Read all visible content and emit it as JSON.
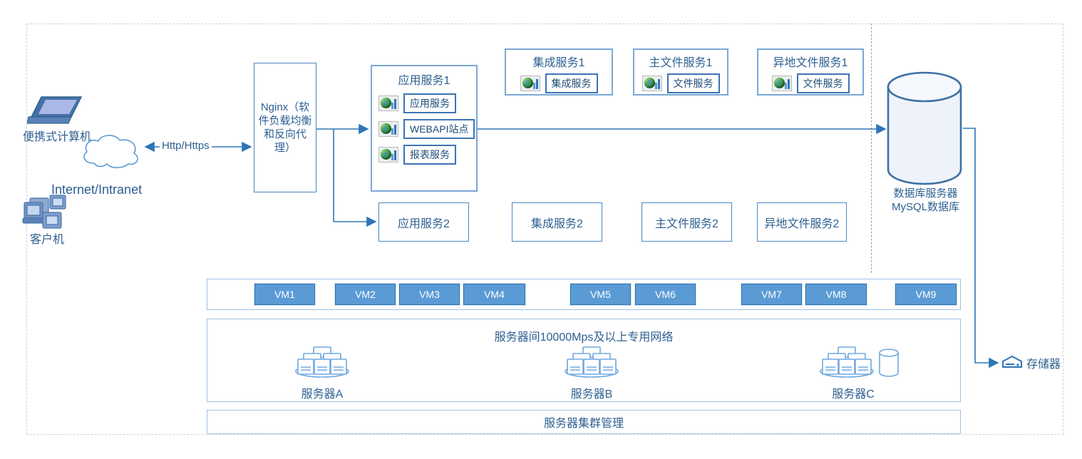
{
  "diagram": {
    "title": "System deployment architecture",
    "colors": {
      "line": "#2E75B6",
      "box_border": "#4A87C4",
      "panel_border": "#9DC3E6",
      "vm_fill": "#5B9BD5",
      "text": "#2E5F91",
      "frame_dashed": "#d0d0d0"
    }
  },
  "left": {
    "laptop_label": "便携式计算机",
    "clients_label": "客户机",
    "network_label": "Internet/Intranet",
    "protocol_label": "Http/Https"
  },
  "nginx": {
    "label": "Nginx（软件负载均衡和反向代理）"
  },
  "app_service_1": {
    "title": "应用服务1",
    "items": [
      {
        "icon": "iis-globe-icon",
        "label": "应用服务"
      },
      {
        "icon": "iis-globe-icon",
        "label": "WEBAPI站点"
      },
      {
        "icon": "iis-globe-icon",
        "label": "报表服务"
      }
    ]
  },
  "top_services": [
    {
      "title": "集成服务1",
      "icon": "iis-globe-icon",
      "chip": "集成服务"
    },
    {
      "title": "主文件服务1",
      "icon": "iis-globe-icon",
      "chip": "文件服务"
    },
    {
      "title": "异地文件服务1",
      "icon": "iis-globe-icon",
      "chip": "文件服务"
    }
  ],
  "second_row_services": [
    {
      "label": "应用服务2"
    },
    {
      "label": "集成服务2"
    },
    {
      "label": "主文件服务2"
    },
    {
      "label": "异地文件服务2"
    }
  ],
  "database": {
    "caption_line1": "数据库服务器",
    "caption_line2": "MySQL数据库"
  },
  "storage": {
    "label": "存储器"
  },
  "vm_panel": {
    "vms": [
      {
        "label": "VM1"
      },
      {
        "label": "VM2"
      },
      {
        "label": "VM3"
      },
      {
        "label": "VM4"
      },
      {
        "label": "VM5"
      },
      {
        "label": "VM6"
      },
      {
        "label": "VM7"
      },
      {
        "label": "VM8"
      },
      {
        "label": "VM9"
      }
    ]
  },
  "network_panel": {
    "title": "服务器间10000Mps及以上专用网络",
    "servers": [
      {
        "label": "服务器A",
        "has_disk": false
      },
      {
        "label": "服务器B",
        "has_disk": false
      },
      {
        "label": "服务器C",
        "has_disk": true
      }
    ]
  },
  "cluster_panel": {
    "label": "服务器集群管理"
  }
}
